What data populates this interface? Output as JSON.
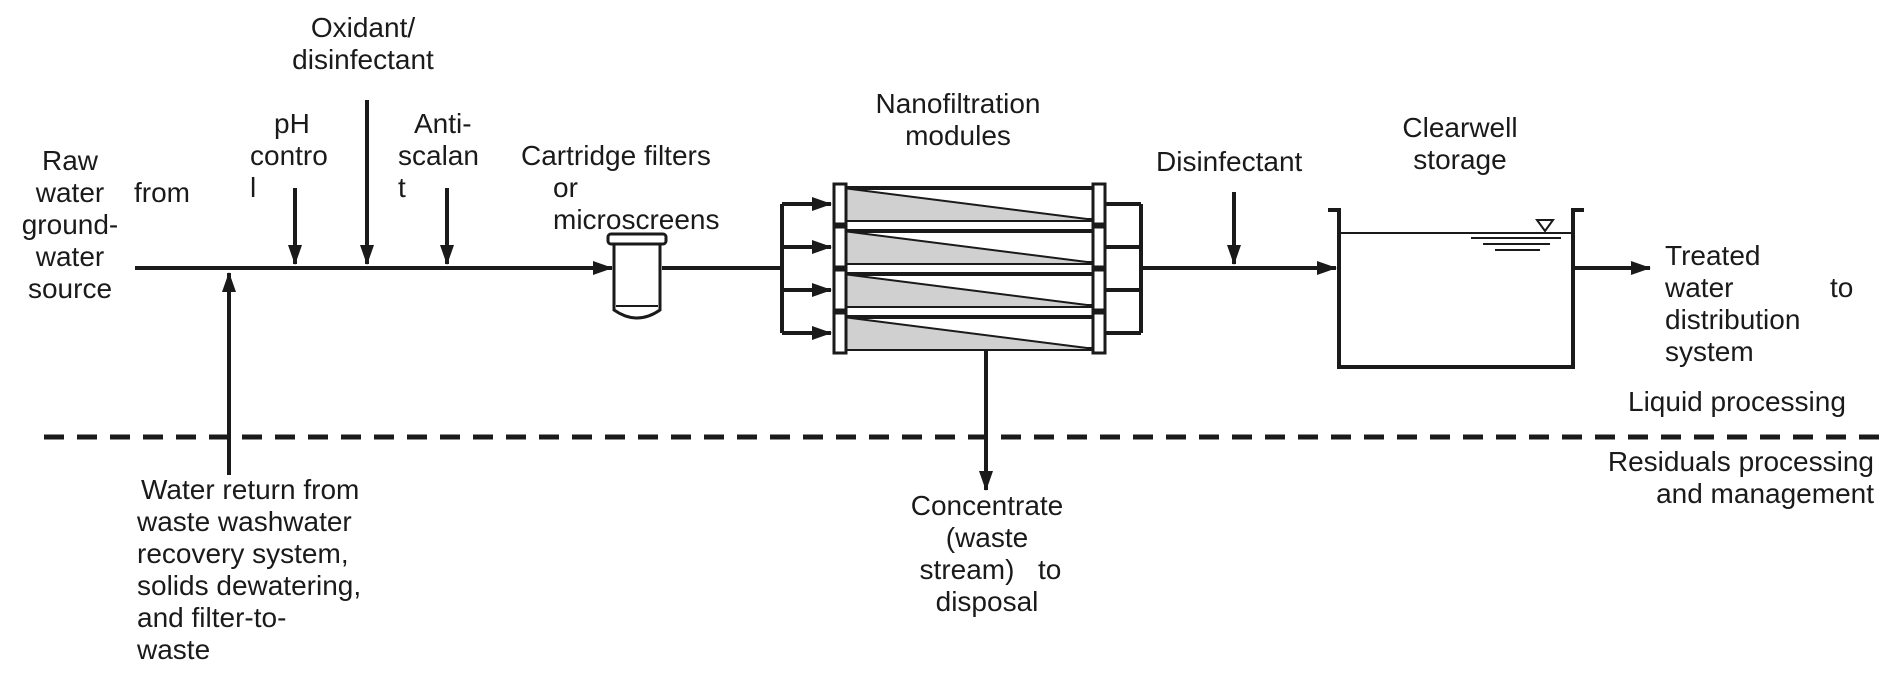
{
  "labels": {
    "raw_water": [
      "Raw",
      "water",
      "ground-",
      "water",
      "source"
    ],
    "raw_water_from": "from",
    "oxidant": [
      "Oxidant/",
      "disinfectant"
    ],
    "ph_control": [
      "pH",
      "contro",
      "l"
    ],
    "antiscalant": [
      "Anti-",
      "scalan",
      "t"
    ],
    "cartridge": [
      "Cartridge filters",
      "or",
      "microscreens"
    ],
    "nanofiltration": [
      "Nanofiltration",
      "modules"
    ],
    "disinfectant": "Disinfectant",
    "clearwell": [
      "Clearwell",
      "storage"
    ],
    "treated_water": [
      "Treated",
      "water",
      "distribution",
      "system"
    ],
    "treated_water_to": "to",
    "liquid_processing": "Liquid processing",
    "residuals": [
      "Residuals processing",
      "and management"
    ],
    "water_return": [
      "Water return from",
      "waste washwater",
      "recovery system,",
      "solids dewatering,",
      "and filter-to-",
      "waste"
    ],
    "concentrate": [
      "Concentrate",
      "(waste",
      "stream)",
      "disposal"
    ],
    "concentrate_to": "to"
  }
}
